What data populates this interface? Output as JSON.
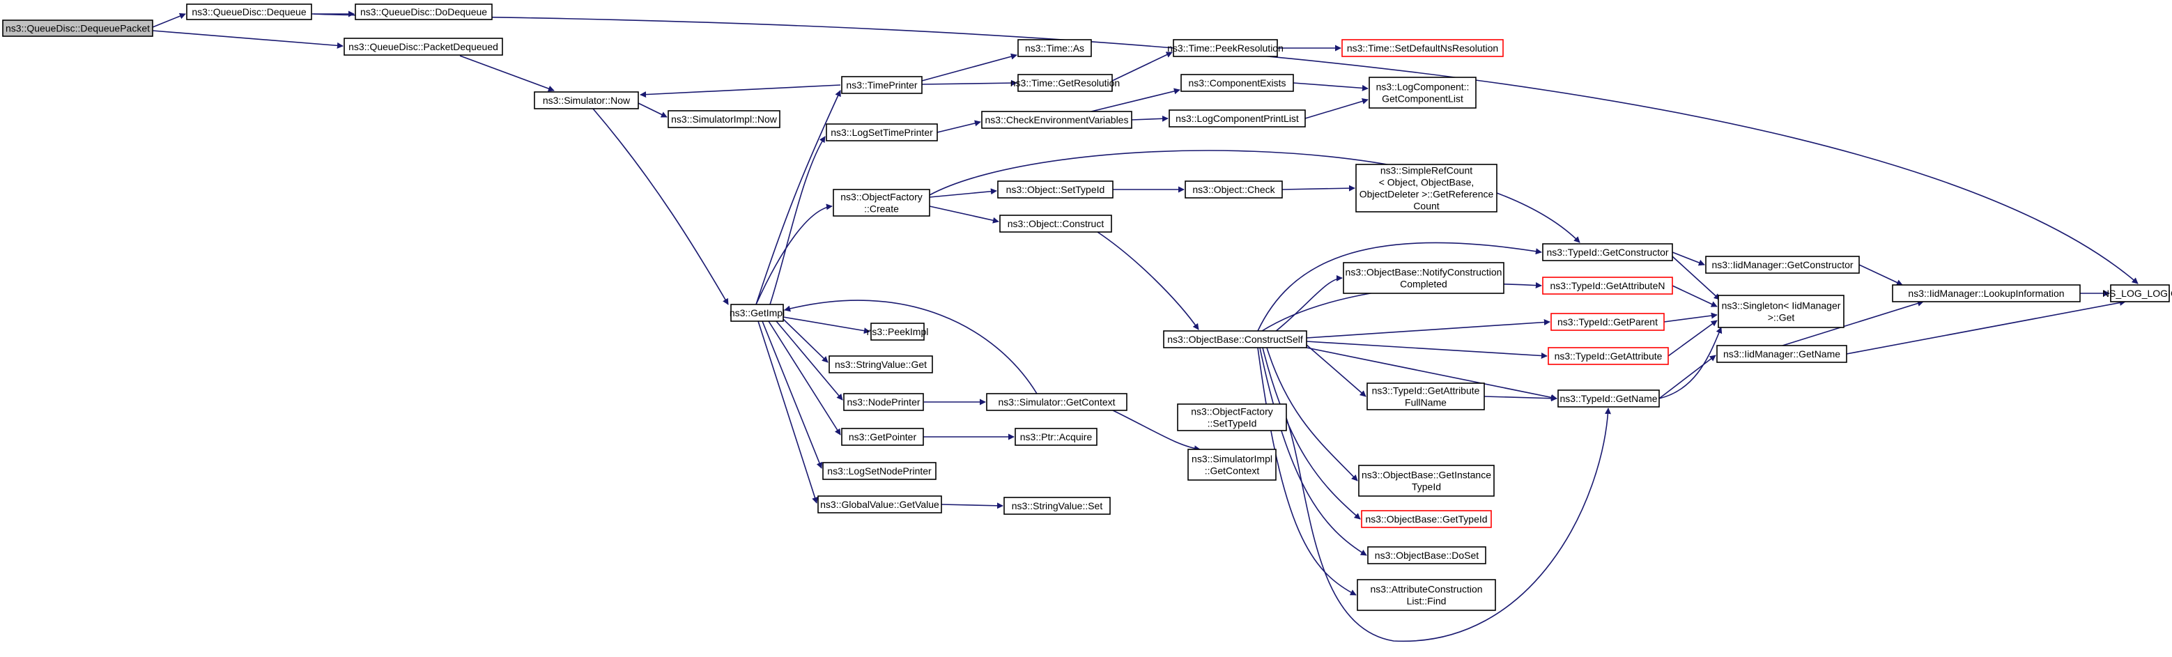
{
  "colors": {
    "edge": "#191970",
    "node_border": "#000000",
    "root_fill": "#bfbfbf",
    "truncated_border": "#ff0000"
  },
  "nodes": {
    "root": [
      "ns3::QueueDisc::DequeuePacket"
    ],
    "dequeue": [
      "ns3::QueueDisc::Dequeue"
    ],
    "dodequeue": [
      "ns3::QueueDisc::DoDequeue"
    ],
    "packetdequeued": [
      "ns3::QueueDisc::PacketDequeued"
    ],
    "simnow": [
      "ns3::Simulator::Now"
    ],
    "simimplnow": [
      "ns3::SimulatorImpl::Now"
    ],
    "timeprinter": [
      "ns3::TimePrinter"
    ],
    "timeas": [
      "ns3::Time::As"
    ],
    "timegetres": [
      "ns3::Time::GetResolution"
    ],
    "timepeekres": [
      "ns3::Time::PeekResolution"
    ],
    "timesetdef": [
      "ns3::Time::SetDefaultNsResolution"
    ],
    "logsettime": [
      "ns3::LogSetTimePrinter"
    ],
    "checkenv": [
      "ns3::CheckEnvironmentVariables"
    ],
    "compexists": [
      "ns3::ComponentExists"
    ],
    "logcompprint": [
      "ns3::LogComponentPrintList"
    ],
    "logcompgetlist": [
      "ns3::LogComponent::",
      "GetComponentList"
    ],
    "objfactcreate": [
      "ns3::ObjectFactory",
      "::Create"
    ],
    "objsettypeid": [
      "ns3::Object::SetTypeId"
    ],
    "objcheck": [
      "ns3::Object::Check"
    ],
    "simplerefcount": [
      "ns3::SimpleRefCount",
      "< Object, ObjectBase,",
      "ObjectDeleter >::GetReference",
      "Count"
    ],
    "objconstruct": [
      "ns3::Object::Construct"
    ],
    "getimpl": [
      "ns3::GetImpl"
    ],
    "peekimpl": [
      "ns3::PeekImpl"
    ],
    "stringvalget": [
      "ns3::StringValue::Get"
    ],
    "nodeprinter": [
      "ns3::NodePrinter"
    ],
    "simgetcontext": [
      "ns3::Simulator::GetContext"
    ],
    "getpointer": [
      "ns3::GetPointer"
    ],
    "ptracquire": [
      "ns3::Ptr::Acquire"
    ],
    "logsetnode": [
      "ns3::LogSetNodePrinter"
    ],
    "globalgetvalue": [
      "ns3::GlobalValue::GetValue"
    ],
    "stringvalset": [
      "ns3::StringValue::Set"
    ],
    "objbaseconstructself": [
      "ns3::ObjectBase::ConstructSelf"
    ],
    "objfactsettypeid": [
      "ns3::ObjectFactory",
      "::SetTypeId"
    ],
    "simimplgetcontext": [
      "ns3::SimulatorImpl",
      "::GetContext"
    ],
    "objbasenotify": [
      "ns3::ObjectBase::NotifyConstruction",
      "Completed"
    ],
    "typeidgetconstructor": [
      "ns3::TypeId::GetConstructor"
    ],
    "iidmgrgetconstructor": [
      "ns3::IidManager::GetConstructor"
    ],
    "typeidgetattrn": [
      "ns3::TypeId::GetAttributeN"
    ],
    "typeidgetparent": [
      "ns3::TypeId::GetParent"
    ],
    "singletonget": [
      "ns3::Singleton< IidManager",
      ">::Get"
    ],
    "typeidgetattr": [
      "ns3::TypeId::GetAttribute"
    ],
    "typeidgetattrfull": [
      "ns3::TypeId::GetAttribute",
      "FullName"
    ],
    "typeidgetname": [
      "ns3::TypeId::GetName"
    ],
    "iidmgrgetname": [
      "ns3::IidManager::GetName"
    ],
    "iidmgrlookup": [
      "ns3::IidManager::LookupInformation"
    ],
    "nsloglogic": [
      "NS_LOG_LOGIC"
    ],
    "objbasegetinst": [
      "ns3::ObjectBase::GetInstance",
      "TypeId"
    ],
    "objbasegettypeid": [
      "ns3::ObjectBase::GetTypeId"
    ],
    "objbasedoset": [
      "ns3::ObjectBase::DoSet"
    ],
    "attrconstrfind": [
      "ns3::AttributeConstruction",
      "List::Find"
    ]
  }
}
